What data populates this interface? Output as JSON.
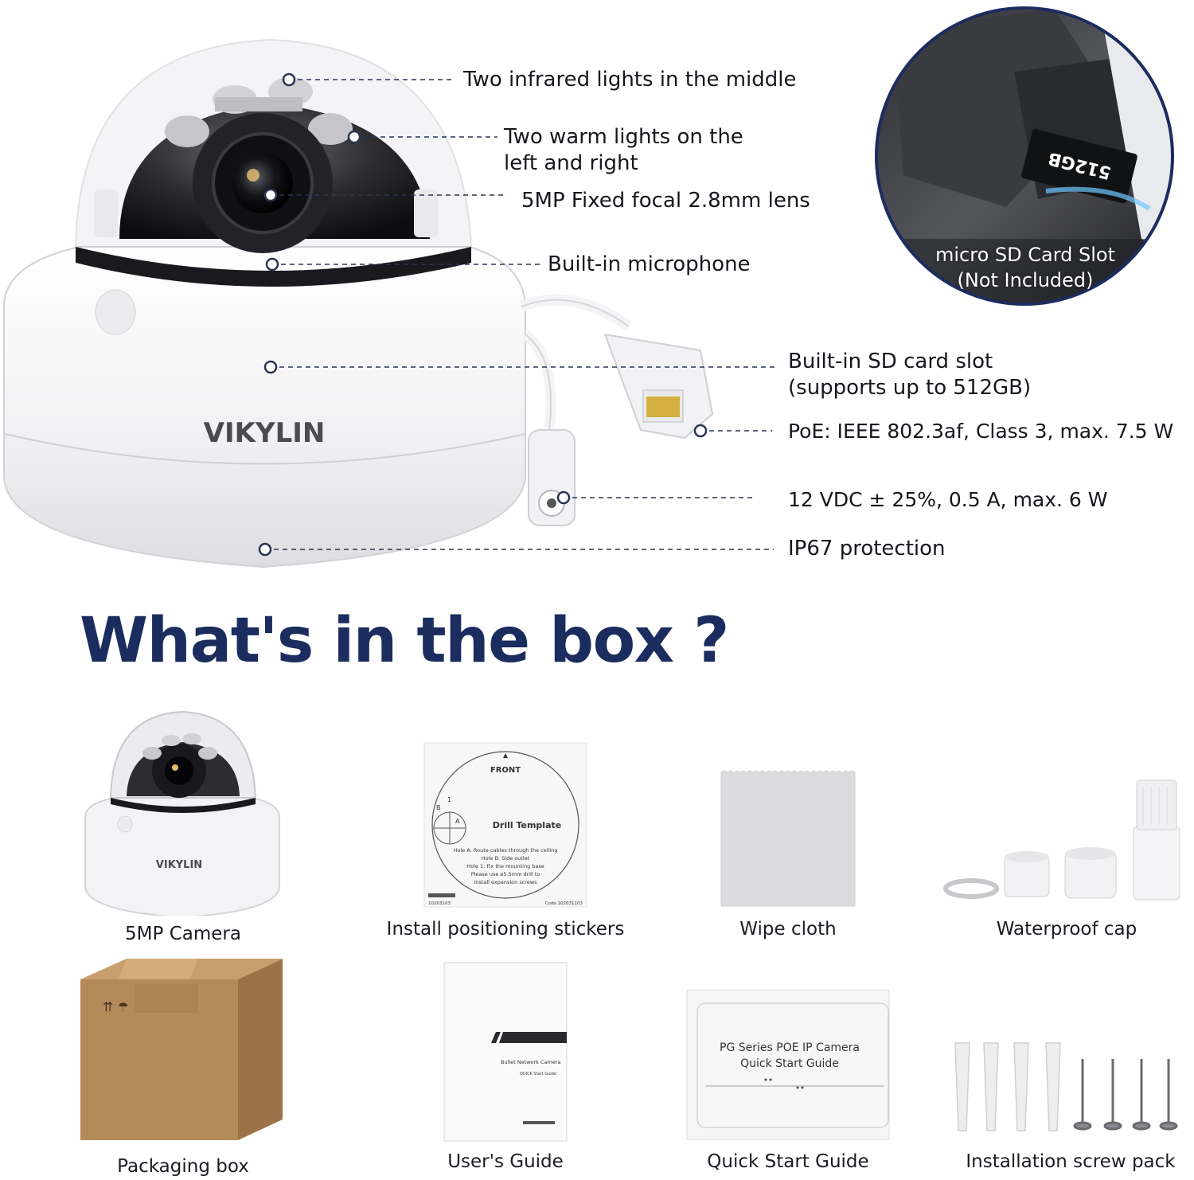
{
  "callouts": {
    "infrared": "Two infrared lights in the middle",
    "warm_line1": "Two warm lights on the",
    "warm_line2": "left and right",
    "lens": "5MP Fixed focal 2.8mm lens",
    "mic": "Built-in microphone",
    "sd_line1": "Built-in SD card slot",
    "sd_line2": "(supports up to 512GB)",
    "poe": "PoE: IEEE 802.3af, Class 3, max. 7.5 W",
    "dc": "12 VDC ± 25%, 0.5 A, max. 6 W",
    "ip": "IP67 protection"
  },
  "sd_inset": {
    "card_text": "512GB",
    "caption_line1": "micro SD Card Slot",
    "caption_line2": "(Not Included)"
  },
  "brand_logo": "VIKYLIN",
  "section_title": "What's in the box ?",
  "items": {
    "camera": "5MP Camera",
    "stickers": "Install positioning stickers",
    "cloth": "Wipe cloth",
    "cap": "Waterproof cap",
    "box": "Packaging box",
    "users_guide": "User's Guide",
    "qsg": "Quick Start Guide",
    "screws": "Installation screw pack"
  },
  "template_sheet": {
    "front": "FRONT",
    "title": "Drill Template",
    "mark_a": "A",
    "mark_b": "B",
    "mark_1": "1",
    "line1": "Hole A: Route cables through the ceiling",
    "line2": "Hole B: Side outlet",
    "line3": "Hole 1: Fix the mounting base",
    "line4": "Please use ø5.5mm drill to",
    "line5": "install expansion screws",
    "code_left": "10203103",
    "code_right": "Code:102031103"
  },
  "manual": {
    "title": "Bullet Network Camera",
    "subtitle": "QUICK Start Guide"
  },
  "qsg_card": {
    "line1": "PG Series POE IP Camera",
    "line2": "Quick Start Guide"
  },
  "colors": {
    "title_navy": "#1b2c5e",
    "leader": "#2a3550",
    "box_brown": "#b58a5a"
  }
}
